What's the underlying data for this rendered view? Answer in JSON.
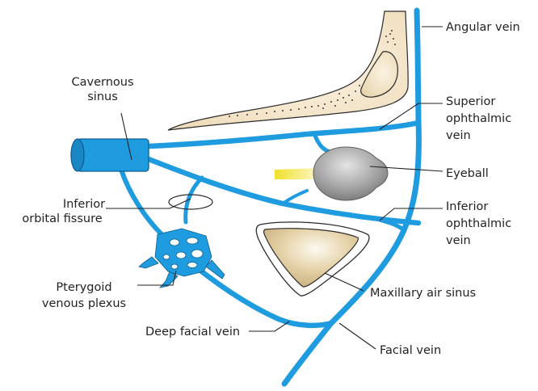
{
  "labels": {
    "angular_vein": "Angular vein",
    "cavernous_sinus": [
      "Cavernous",
      "sinus"
    ],
    "superior_ophthalmic_vein": [
      "Superior",
      "ophthalmic",
      "vein"
    ],
    "eyeball": "Eyeball",
    "inferior_orbital_fissure": [
      "Inferior",
      "orbital fissure"
    ],
    "inferior_ophthalmic_vein": [
      "Inferior",
      "ophthalmic",
      "vein"
    ],
    "pterygoid_venous_plexus": [
      "Pterygoid",
      "venous plexus"
    ],
    "maxillary_air_sinus": "Maxillary air sinus",
    "deep_facial_vein": "Deep facial vein",
    "facial_vein": "Facial vein"
  },
  "colors": {
    "vein": "#1f9be0",
    "vein_outline": "#0f5f8f",
    "bone_fill": "#f3e6cf",
    "bone_outline": "#2b2b2b",
    "sinus_fill": "#d8c49a",
    "eyeball": "#8c8c8c",
    "optic_nerve": "#f2e23a"
  }
}
